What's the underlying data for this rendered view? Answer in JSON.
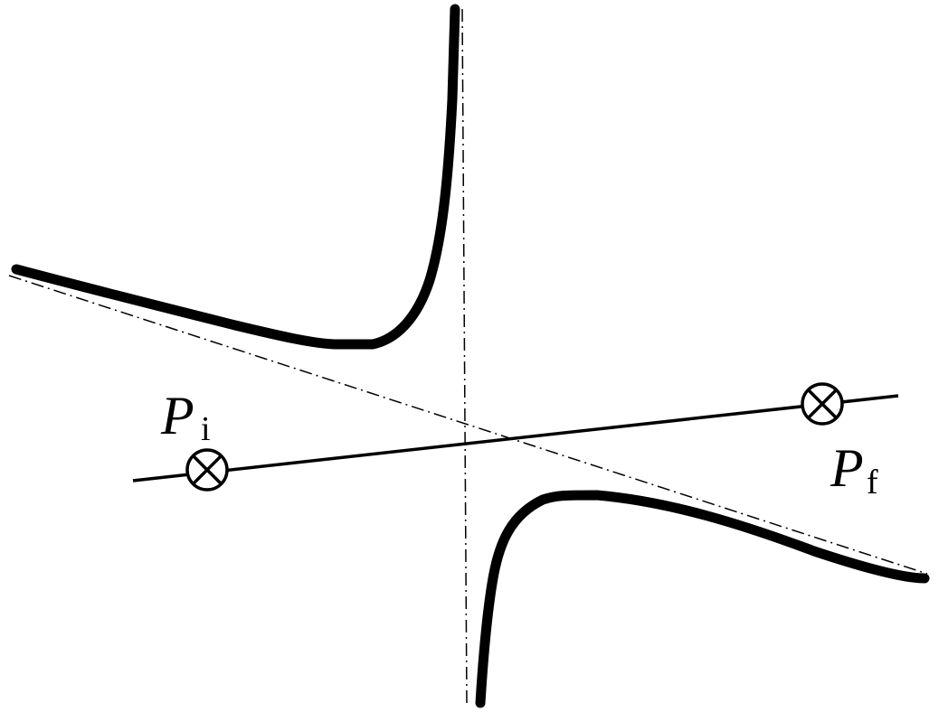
{
  "labels": {
    "initial_point": {
      "main": "P",
      "sub": "i"
    },
    "final_point": {
      "main": "P",
      "sub": "f"
    }
  },
  "colors": {
    "ink": "#000000",
    "background": "#ffffff"
  },
  "icons": {
    "point_marker": "circle-times-icon"
  }
}
